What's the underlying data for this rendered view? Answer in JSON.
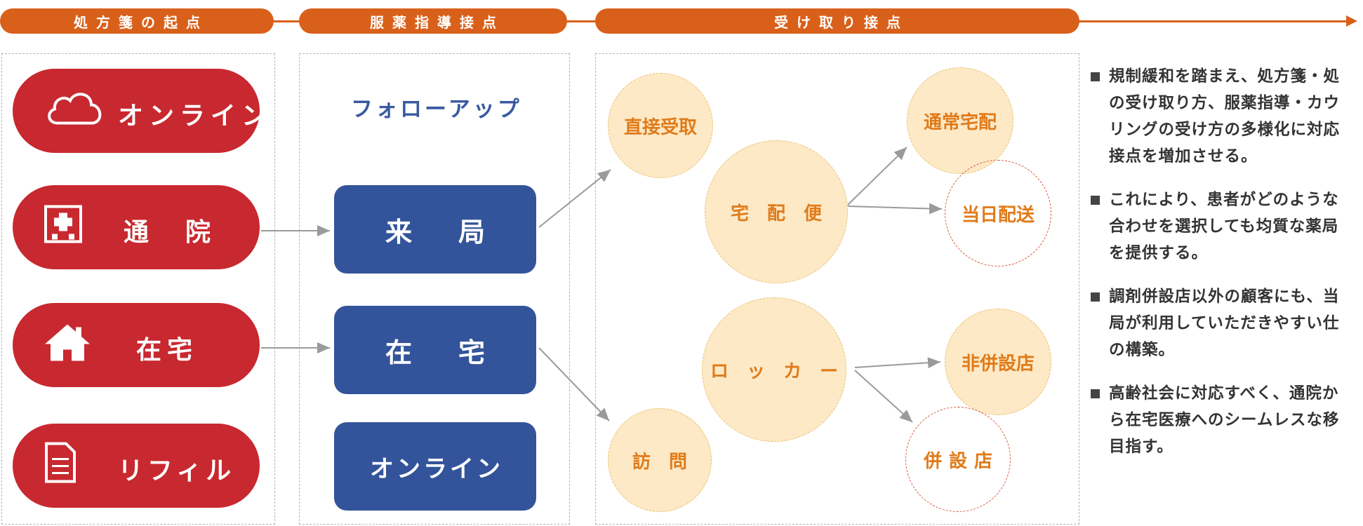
{
  "colors": {
    "header_orange": "#d9601a",
    "pill_red": "#c8282f",
    "box_blue": "#33549a",
    "circle_fill": "#fde9c6",
    "circle_text": "#e07b1a",
    "title_blue": "#3a5aa0",
    "arrow_gray": "#9a9a9a"
  },
  "headers": {
    "h1": "処方箋の起点",
    "h2": "服薬指導接点",
    "h3": "受け取り接点"
  },
  "origins": [
    {
      "label": "オンライン",
      "icon": "cloud-icon"
    },
    {
      "label": "通　院",
      "icon": "hospital-icon"
    },
    {
      "label": "在宅",
      "icon": "house-icon"
    },
    {
      "label": "リフィル",
      "icon": "document-icon"
    }
  ],
  "guidance": {
    "followup_title": "フォローアップ",
    "boxes": [
      "来　局",
      "在　宅",
      "オンライン"
    ]
  },
  "receipt": {
    "direct": "直接受取",
    "delivery": "宅　配　便",
    "normal_delivery": "通常宅配",
    "same_day": "当日配送",
    "locker": "ロ　ッ　カ　ー",
    "non_attached": "非併設店",
    "attached": "併設店",
    "visit": "訪　問"
  },
  "bullets": [
    [
      "規制緩和を踏まえ、処方箋・処",
      "の受け取り方、服薬指導・カウ",
      "リングの受け方の多様化に対応",
      "接点を増加させる。"
    ],
    [
      "これにより、患者がどのような",
      "合わせを選択しても均質な薬局",
      "を提供する。"
    ],
    [
      "調剤併設店以外の顧客にも、当",
      "局が利用していただきやすい仕",
      "の構築。"
    ],
    [
      "高齢社会に対応すべく、通院か",
      "ら在宅医療へのシームレスな移",
      "目指す。"
    ]
  ]
}
